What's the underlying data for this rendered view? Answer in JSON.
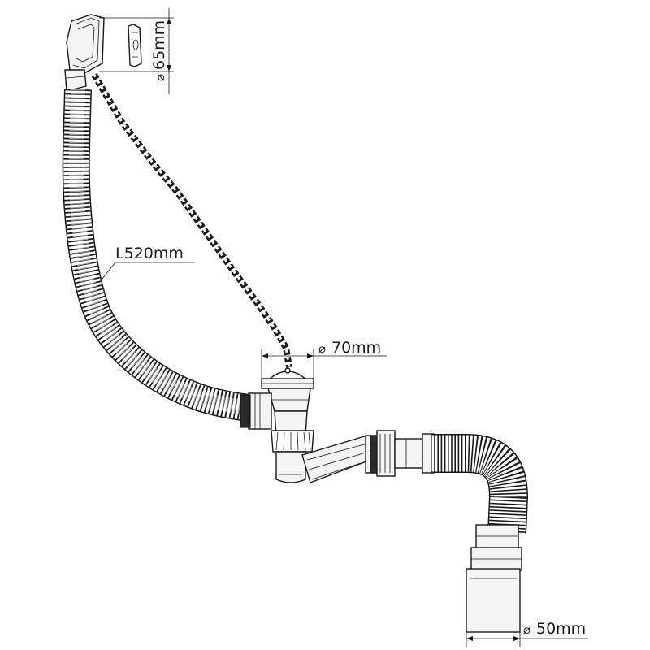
{
  "diagram": {
    "labels": {
      "overflow_diameter": "65mm",
      "hose_length": "L520mm",
      "plug_diameter": "70mm",
      "outlet_diameter": "50mm"
    },
    "diameter_symbol": "⌀",
    "colors": {
      "line": "#1a1a1a",
      "fill": "#f4f4f4",
      "background": "#ffffff"
    }
  }
}
